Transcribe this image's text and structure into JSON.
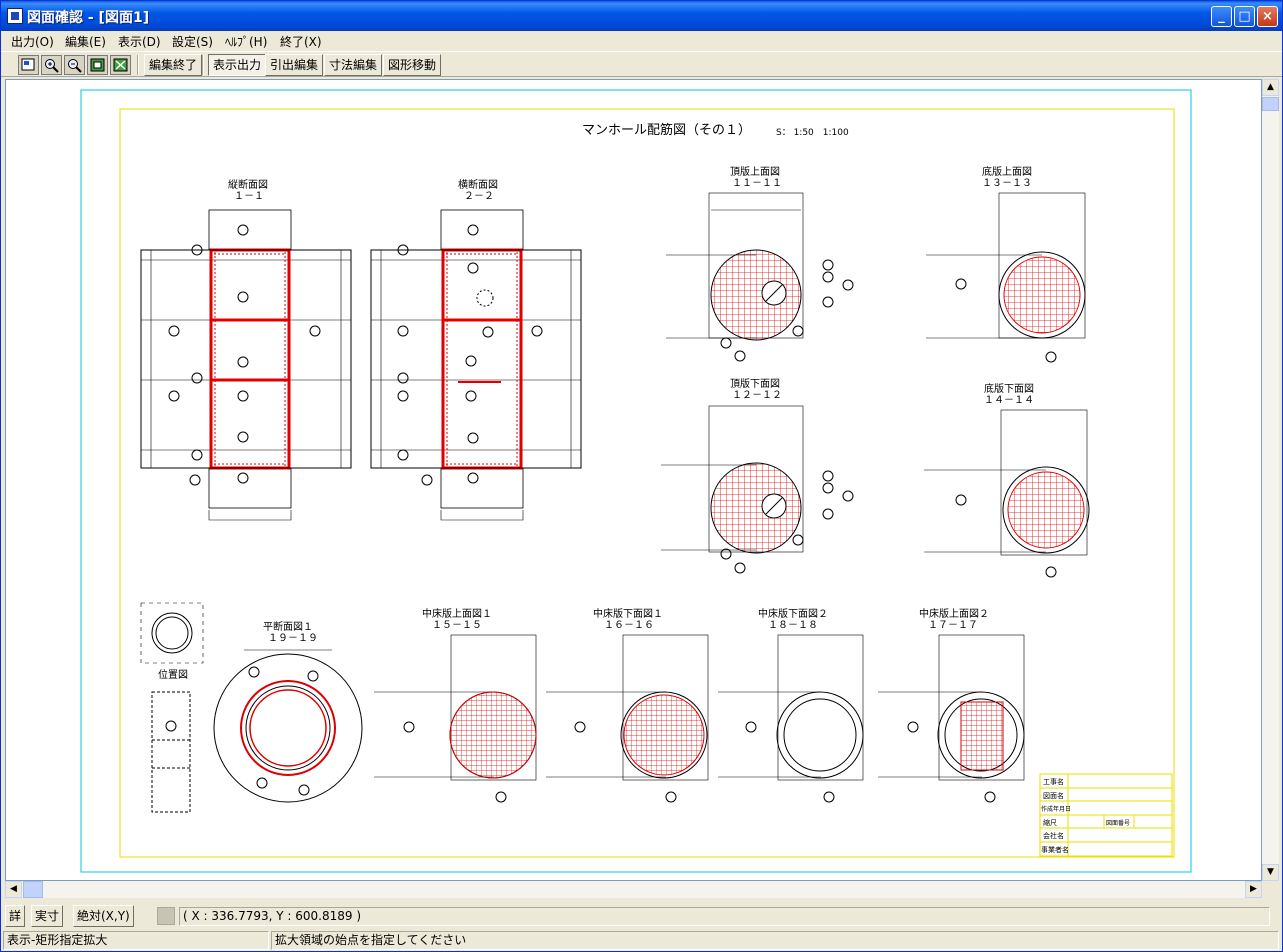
{
  "window": {
    "title": "図面確認 - [図面1]",
    "controls": [
      "minimize",
      "maximize",
      "close"
    ]
  },
  "menu": [
    {
      "label": "出力(O)"
    },
    {
      "label": "編集(E)"
    },
    {
      "label": "表示(D)"
    },
    {
      "label": "設定(S)"
    },
    {
      "label": "ﾍﾙﾌﾟ(H)"
    },
    {
      "label": "終了(X)"
    }
  ],
  "toolbar": {
    "icons": [
      "select-icon",
      "zoom-in-icon",
      "zoom-out-icon",
      "fit-page-icon",
      "fit-window-icon"
    ],
    "edit_end": "編集終了",
    "display_output": "表示出力",
    "leader_edit": "引出編集",
    "dimension_edit": "寸法編集",
    "shape_move": "図形移動"
  },
  "drawing": {
    "title": "マンホール配筋図（その１）",
    "scale": "S： 1:50　1:100",
    "views": [
      {
        "name": "縦断面図",
        "sub": "１－１"
      },
      {
        "name": "横断面図",
        "sub": "２－２"
      },
      {
        "name": "頂版上面図",
        "sub": "１１－１１"
      },
      {
        "name": "底版上面図",
        "sub": "１３－１３"
      },
      {
        "name": "頂版下面図",
        "sub": "１２－１２"
      },
      {
        "name": "底版下面図",
        "sub": "１４－１４"
      },
      {
        "name": "平断面図１",
        "sub": "１９－１９"
      },
      {
        "name": "中床版上面図１",
        "sub": "１５－１５"
      },
      {
        "name": "中床版下面図１",
        "sub": "１６－１６"
      },
      {
        "name": "中床版下面図２",
        "sub": "１８－１８"
      },
      {
        "name": "中床版上面図２",
        "sub": "１７－１７"
      }
    ],
    "position_label": "位置図",
    "titleblock": [
      "工事名",
      "図面名",
      "作成年月日",
      "縮尺",
      "会社名",
      "事業者名"
    ],
    "titleblock_extra": "図面番号"
  },
  "statusbar": {
    "btn_detail": "詳",
    "btn_actual": "実寸",
    "btn_absolute": "絶対(X,Y)",
    "coordinates": "( X : 336.7793, Y : 600.8189 )",
    "mode": "表示-矩形指定拡大",
    "message": "拡大領域の始点を指定してください"
  },
  "colors": {
    "titlebar": "#0054e3",
    "rebar": "#e00000",
    "frame_yellow": "#e8e000",
    "frame_cyan": "#00c8e0"
  }
}
